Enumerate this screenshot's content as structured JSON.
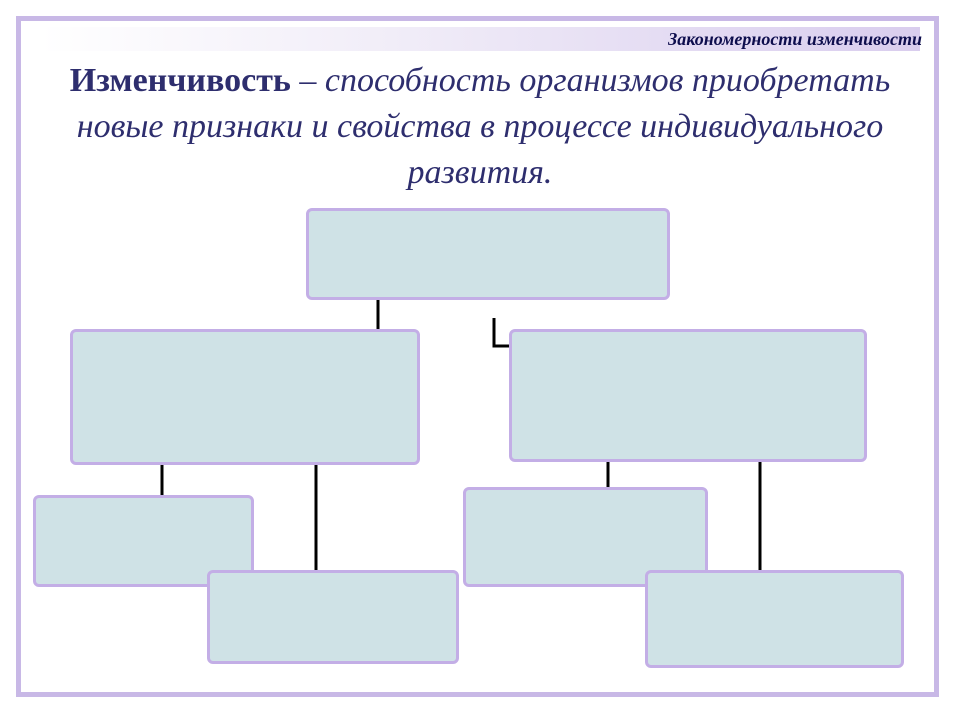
{
  "header": {
    "title": "Закономерности изменчивости"
  },
  "definition": {
    "term": "Изменчивость",
    "rest": " – способность организмов приобретать новые признаки и свойства в процессе индивидуального развития."
  }
}
